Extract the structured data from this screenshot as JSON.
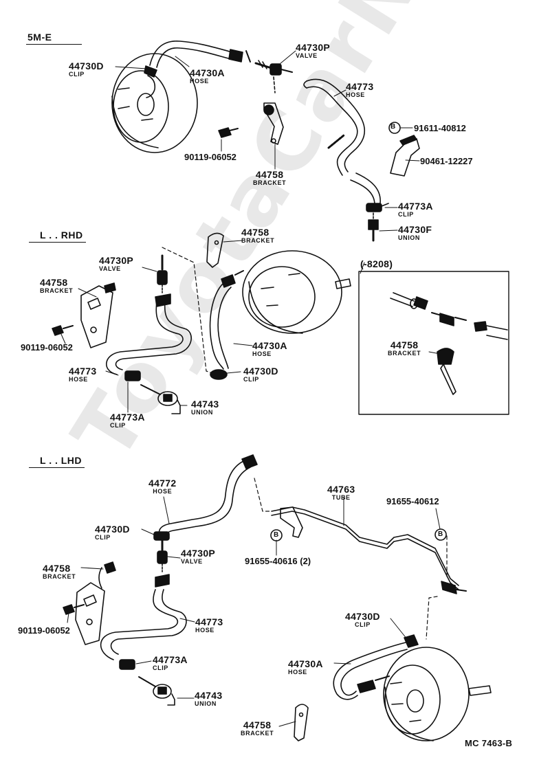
{
  "sections": {
    "s1": "5M-E",
    "s2": "L . . RHD",
    "s3": "L . . LHD",
    "inset_range": "(-8208)"
  },
  "labels": {
    "s1_44730D": {
      "pn": "44730D",
      "nm": "CLIP"
    },
    "s1_44730A": {
      "pn": "44730A",
      "nm": "HOSE"
    },
    "s1_44730P": {
      "pn": "44730P",
      "nm": "VALVE"
    },
    "s1_44773": {
      "pn": "44773",
      "nm": "HOSE"
    },
    "s1_91611": {
      "pn": "91611-40812"
    },
    "s1_90461": {
      "pn": "90461-12227"
    },
    "s1_90119": {
      "pn": "90119-06052"
    },
    "s1_44758": {
      "pn": "44758",
      "nm": "BRACKET"
    },
    "s1_44773A": {
      "pn": "44773A",
      "nm": "CLIP"
    },
    "s1_44730F": {
      "pn": "44730F",
      "nm": "UNION"
    },
    "s2_44730P": {
      "pn": "44730P",
      "nm": "VALVE"
    },
    "s2_44758a": {
      "pn": "44758",
      "nm": "BRACKET"
    },
    "s2_90119": {
      "pn": "90119-06052"
    },
    "s2_44773": {
      "pn": "44773",
      "nm": "HOSE"
    },
    "s2_44773A": {
      "pn": "44773A",
      "nm": "CLIP"
    },
    "s2_44743": {
      "pn": "44743",
      "nm": "UNION"
    },
    "s2_44758b": {
      "pn": "44758",
      "nm": "BRACKET"
    },
    "s2_44730A": {
      "pn": "44730A",
      "nm": "HOSE"
    },
    "s2_44730D": {
      "pn": "44730D",
      "nm": "CLIP"
    },
    "s2_44758c": {
      "pn": "44758",
      "nm": "BRACKET"
    },
    "s3_44772": {
      "pn": "44772",
      "nm": "HOSE"
    },
    "s3_44730D": {
      "pn": "44730D",
      "nm": "CLIP"
    },
    "s3_44730P": {
      "pn": "44730P",
      "nm": "VALVE"
    },
    "s3_44758a": {
      "pn": "44758",
      "nm": "BRACKET"
    },
    "s3_90119": {
      "pn": "90119-06052"
    },
    "s3_44773": {
      "pn": "44773",
      "nm": "HOSE"
    },
    "s3_44773A": {
      "pn": "44773A",
      "nm": "CLIP"
    },
    "s3_44743": {
      "pn": "44743",
      "nm": "UNION"
    },
    "s3_44763": {
      "pn": "44763",
      "nm": "TUBE"
    },
    "s3_91655a": {
      "pn": "91655-40612"
    },
    "s3_91655b": {
      "pn": "91655-40616 (2)"
    },
    "s3_44730D2": {
      "pn": "44730D",
      "nm": "CLIP"
    },
    "s3_44730A": {
      "pn": "44730A",
      "nm": "HOSE"
    },
    "s3_44758b": {
      "pn": "44758",
      "nm": "BRACKET"
    }
  },
  "circle_mark": "B",
  "figure_code": "MC 7463-B",
  "watermark": "ToyotaCarNiche.ru"
}
